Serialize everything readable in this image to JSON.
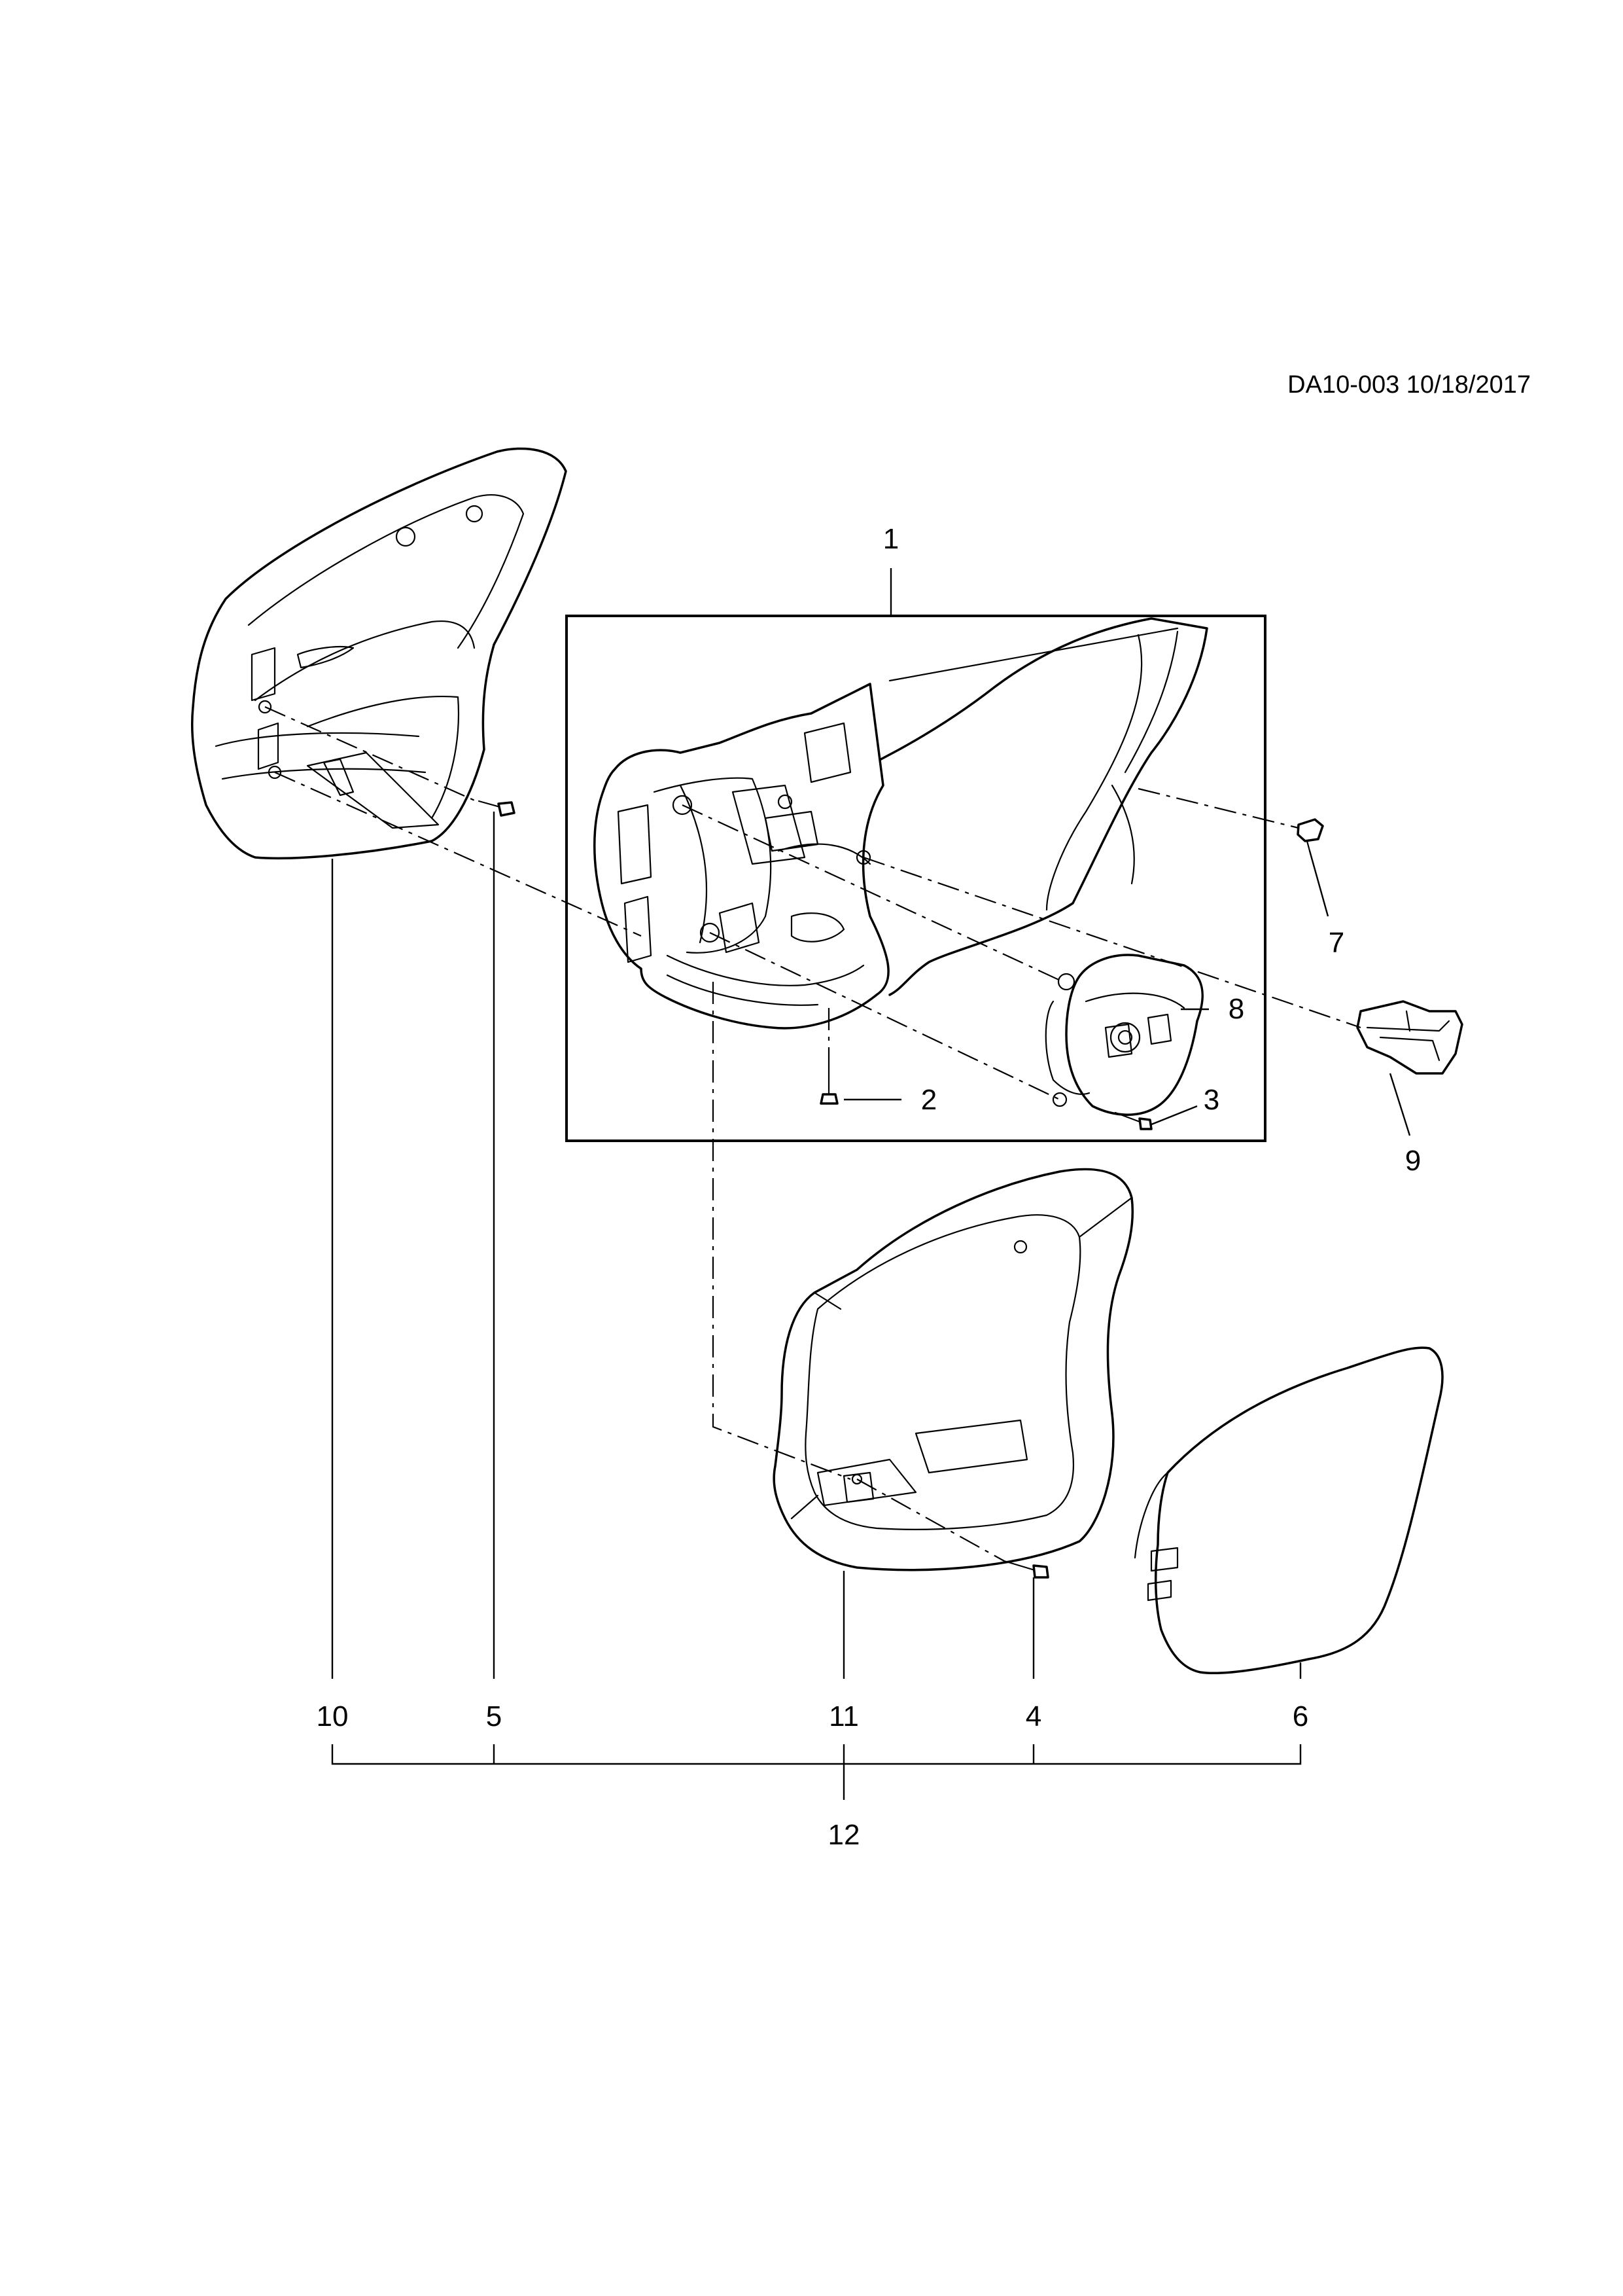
{
  "drawing_id": "DA10-003 10/18/2017",
  "callouts": {
    "c1": "1",
    "c2": "2",
    "c3": "3",
    "c4": "4",
    "c5": "5",
    "c6": "6",
    "c7": "7",
    "c8": "8",
    "c9": "9",
    "c10": "10",
    "c11": "11",
    "c12": "12"
  }
}
